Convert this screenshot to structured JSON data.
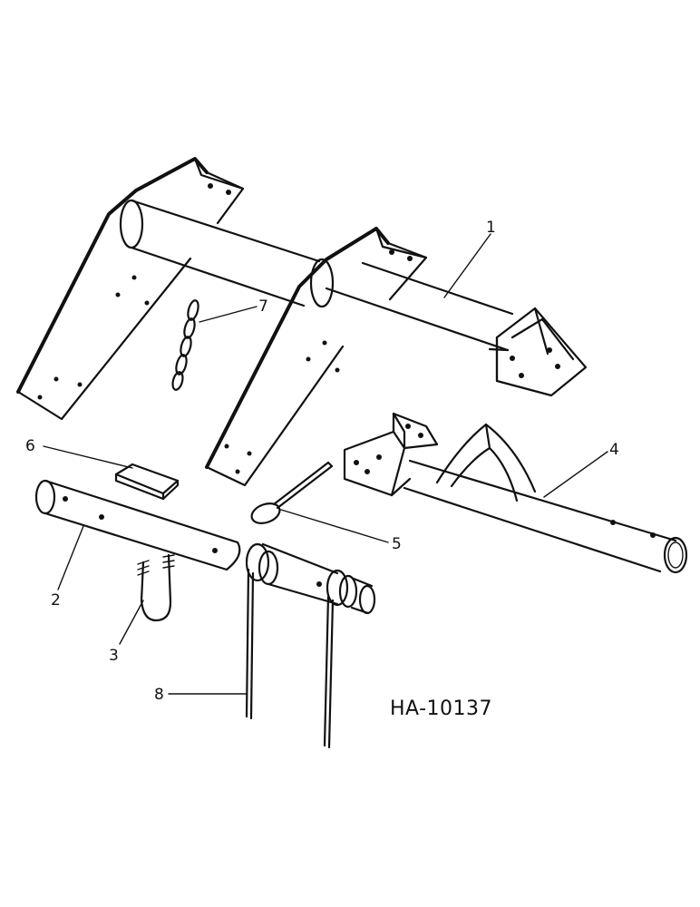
{
  "callouts": [
    {
      "id": "1",
      "label": "1"
    },
    {
      "id": "2",
      "label": "2"
    },
    {
      "id": "3",
      "label": "3"
    },
    {
      "id": "4",
      "label": "4"
    },
    {
      "id": "5",
      "label": "5"
    },
    {
      "id": "6",
      "label": "6"
    },
    {
      "id": "7",
      "label": "7"
    },
    {
      "id": "8",
      "label": "8"
    }
  ],
  "drawing_number": "HA-10137",
  "colors": {
    "ink": "#111111",
    "paper": "#ffffff"
  }
}
